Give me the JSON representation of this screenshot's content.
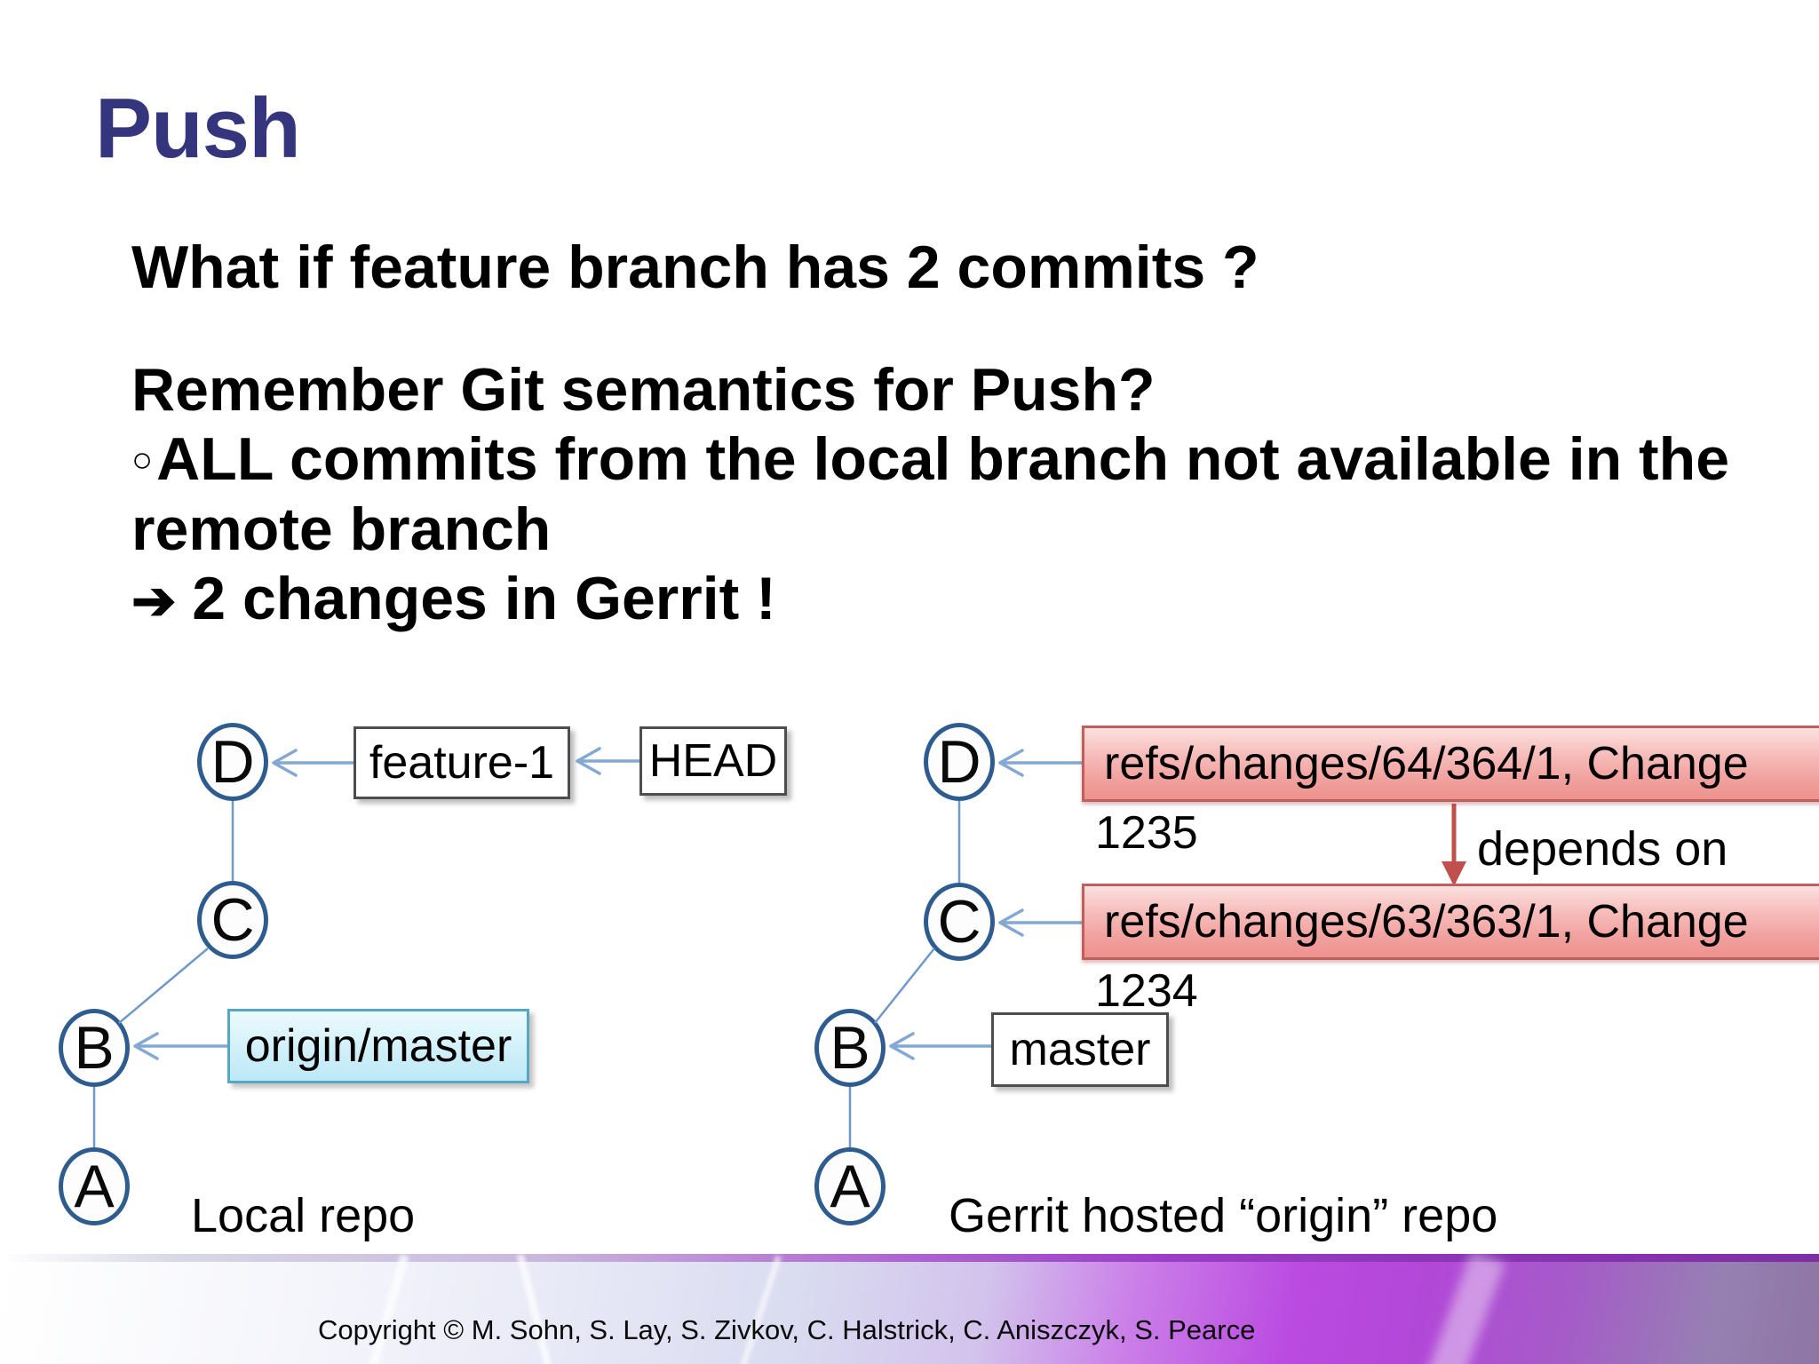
{
  "slide": {
    "title": "Push",
    "heading": "What if feature branch has 2 commits ?",
    "body": {
      "line1": "Remember Git semantics for Push?",
      "bullet_marker": "○",
      "line2": "ALL commits from the local branch not available in the",
      "line3": "remote branch",
      "arrow_marker": "➔",
      "line4": "2 changes in Gerrit !"
    }
  },
  "local_repo": {
    "caption": "Local repo",
    "commits": [
      "D",
      "C",
      "B",
      "A"
    ],
    "branch_label": "feature-1",
    "head_label": "HEAD",
    "remote_tracking_label": "origin/master"
  },
  "gerrit_repo": {
    "caption": "Gerrit hosted “origin” repo",
    "commits": [
      "D",
      "C",
      "B",
      "A"
    ],
    "branch_label": "master",
    "changes": [
      {
        "ref": "refs/changes/64/364/1, Change",
        "id": "1235"
      },
      {
        "ref": "refs/changes/63/363/1, Change",
        "id": "1234"
      }
    ],
    "dependency_label": "depends on"
  },
  "footer": {
    "copyright": "Copyright © M. Sohn, S. Lay, S. Zivkov, C. Halstrick, C. Aniszczyk, S. Pearce"
  },
  "colors": {
    "title": "#35357E",
    "commit_border": "#2F5C8F",
    "connector": "#84A8D4",
    "change_box_border": "#C0605C",
    "dependency_arrow": "#C0504D",
    "remote_tracking_border": "#56A7C4"
  }
}
